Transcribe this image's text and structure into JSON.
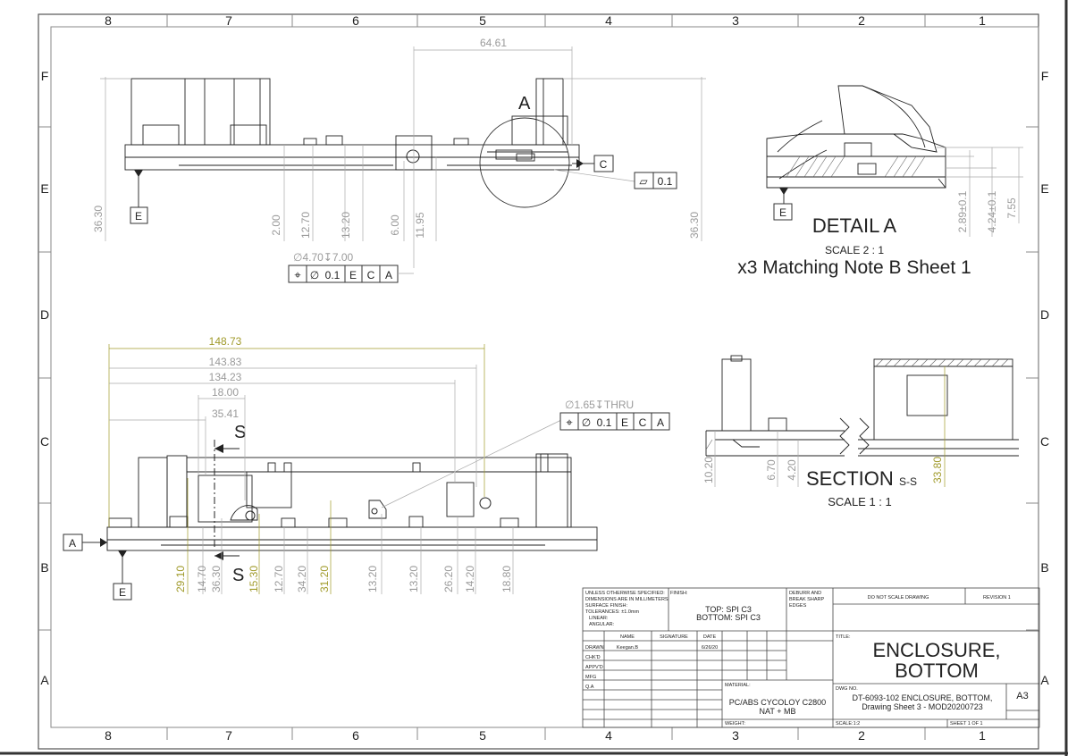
{
  "zones": {
    "columns": [
      "8",
      "7",
      "6",
      "5",
      "4",
      "3",
      "2",
      "1"
    ],
    "rows": [
      "F",
      "E",
      "D",
      "C",
      "B",
      "A"
    ]
  },
  "top_view": {
    "dims": {
      "width_6461": "64.61",
      "h_3630_left": "36.30",
      "h_3630_right": "36.30",
      "d_200": "2.00",
      "d_1270": "12.70",
      "d_1320": "13.20",
      "d_600": "6.00",
      "d_1195": "11.95"
    },
    "hole_callout": "∅4.70↧7.00",
    "fcf": {
      "symbol": "⌖",
      "dia": "∅",
      "tol": "0.1",
      "ref1": "E",
      "ref2": "C",
      "ref3": "A"
    },
    "datum_e": "E",
    "datum_c": "C",
    "detail_label": "A",
    "flatness": {
      "symbol": "▱",
      "tol": "0.1"
    }
  },
  "detail_a": {
    "title": "DETAIL A",
    "scale": "SCALE 2 : 1",
    "note": "x3 Matching Note B Sheet 1",
    "datum_e": "E",
    "dims": {
      "d1": "2.89±0.1",
      "d2": "4.24±0.1",
      "d3": "7.55"
    }
  },
  "front_view": {
    "dims": {
      "d_14873": "148.73",
      "d_14383": "143.83",
      "d_13423": "134.23",
      "d_1800": "18.00",
      "d_3541": "35.41"
    },
    "hole_callout": "∅1.65↧THRU",
    "fcf": {
      "symbol": "⌖",
      "dia": "∅",
      "tol": "0.1",
      "ref1": "E",
      "ref2": "C",
      "ref3": "A"
    },
    "section_top": "S",
    "section_bottom": "S",
    "datum_a": "A",
    "datum_e": "E",
    "bottom_dims": [
      "29.10",
      "14.70",
      "36.30",
      "15.30",
      "12.70",
      "34.20",
      "31.20",
      "13.20",
      "13.20",
      "26.20",
      "14.20",
      "18.80"
    ]
  },
  "section_ss": {
    "title": "SECTION",
    "sub": "S-S",
    "scale": "SCALE 1 : 1",
    "dims": {
      "d_1020": "10.20",
      "d_670": "6.70",
      "d_420": "4.20",
      "d_3380": "33.80"
    }
  },
  "title_block": {
    "notes": [
      "UNLESS OTHERWISE SPECIFIED:",
      "DIMENSIONS ARE IN MILLIMETERS",
      "SURFACE FINISH:",
      "TOLERANCES: ±1.0mm",
      "LINEAR:",
      "ANGULAR:"
    ],
    "finish_label": "FINISH:",
    "finish_top": "TOP: SPI C3",
    "finish_bottom": "BOTTOM: SPI C3",
    "deburr": [
      "DEBURR AND",
      "BREAK SHARP",
      "EDGES"
    ],
    "do_not_scale": "DO NOT SCALE DRAWING",
    "revision": "REVISION 1",
    "hdr_name": "NAME",
    "hdr_signature": "SIGNATURE",
    "hdr_date": "DATE",
    "rows": [
      "DRAWN",
      "CHK'D",
      "APPV'D",
      "MFG",
      "Q.A"
    ],
    "drawn_name": "Keegan.B",
    "drawn_date": "6/26/20",
    "title_label": "TITLE:",
    "title_line1": "ENCLOSURE,",
    "title_line2": "BOTTOM",
    "material_label": "MATERIAL:",
    "material_line1": "PC/ABS CYCOLOY C2800",
    "material_line2": "NAT + MB",
    "dwg_label": "DWG NO.",
    "dwg_line1": "DT-6093-102 ENCLOSURE, BOTTOM,",
    "dwg_line2": "Drawing Sheet 3 - MOD20200723",
    "size": "A3",
    "weight_label": "WEIGHT:",
    "scale_label": "SCALE:1:2",
    "sheet_label": "SHEET 1 OF 1"
  }
}
